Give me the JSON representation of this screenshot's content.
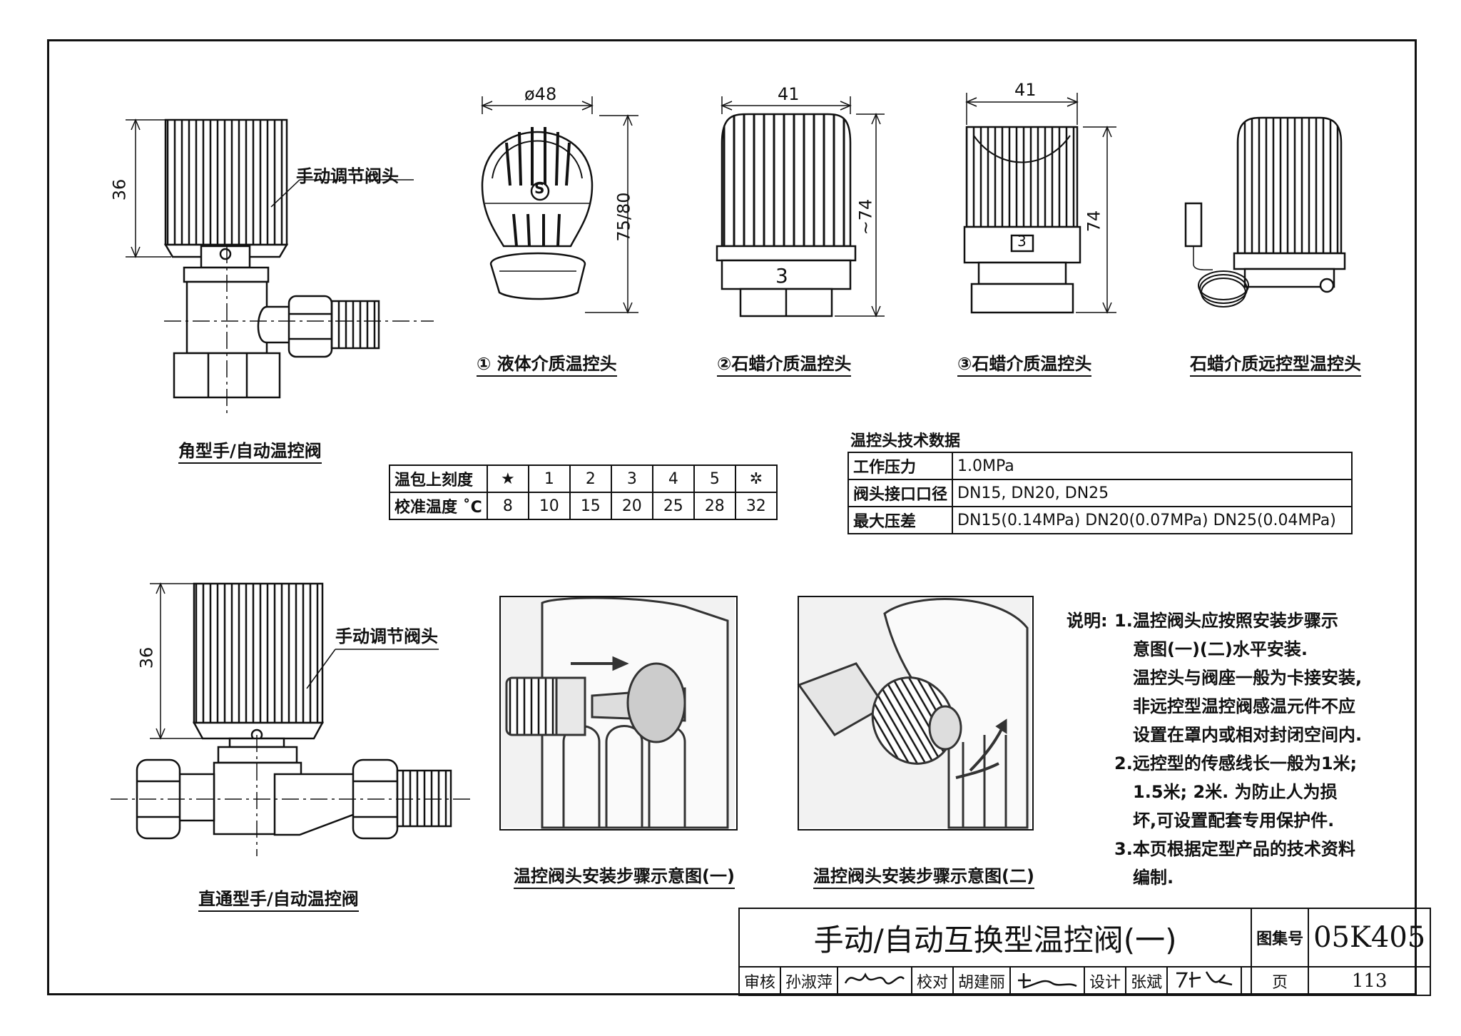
{
  "labels": {
    "handle_top": "手动调节阀头",
    "handle_bottom": "手动调节阀头",
    "angle_valve": "角型手/自动温控阀",
    "straight_valve": "直通型手/自动温控阀",
    "head1": "① 液体介质温控头",
    "head2": "②石蜡介质温控头",
    "head3": "③石蜡介质温控头",
    "head4": "石蜡介质远控型温控头",
    "install1": "温控阀头安装步骤示意图(一)",
    "install2": "温控阀头安装步骤示意图(二)"
  },
  "dimensions": {
    "angle_36": "36",
    "straight_36": "36",
    "head1_width": "ø48",
    "head1_height": "75/80",
    "head2_width": "41",
    "head2_height": "~74",
    "head3_width": "41",
    "head3_height": "74"
  },
  "head_marks": {
    "head1_logo": "S",
    "head2_num": "3",
    "head3_num": "3"
  },
  "calibration": {
    "row1_label": "温包上刻度",
    "row2_label": "校准温度 ˚C",
    "scale": [
      "★",
      "1",
      "2",
      "3",
      "4",
      "5",
      "✲"
    ],
    "temps": [
      "8",
      "10",
      "15",
      "20",
      "25",
      "28",
      "32"
    ]
  },
  "tech": {
    "title": "温控头技术数据",
    "rows": [
      {
        "k": "工作压力",
        "v": "1.0MPa"
      },
      {
        "k": "阀头接口口径",
        "v": "DN15, DN20, DN25"
      },
      {
        "k": "最大压差",
        "v": "DN15(0.14MPa) DN20(0.07MPa) DN25(0.04MPa)"
      }
    ]
  },
  "notes": {
    "prefix": "说明:",
    "lines": [
      "1.温控阀头应按照安装步骤示",
      "意图(一)(二)水平安装.",
      "温控头与阀座一般为卡接安装,",
      "非远控型温控阀感温元件不应",
      "设置在罩内或相对封闭空间内.",
      "2.远控型的传感线长一般为1米;",
      "1.5米; 2米. 为防止人为损",
      "坏,可设置配套专用保护件.",
      "3.本页根据定型产品的技术资料",
      "编制."
    ]
  },
  "title_block": {
    "title": "手动/自动互换型温控阀(一)",
    "atlas_label": "图集号",
    "atlas_no": "05K405",
    "review_label": "审核",
    "reviewer": "孙淑萍",
    "check_label": "校对",
    "checker": "胡建丽",
    "design_label": "设计",
    "designer": "张斌",
    "page_label": "页",
    "page_no": "113"
  }
}
